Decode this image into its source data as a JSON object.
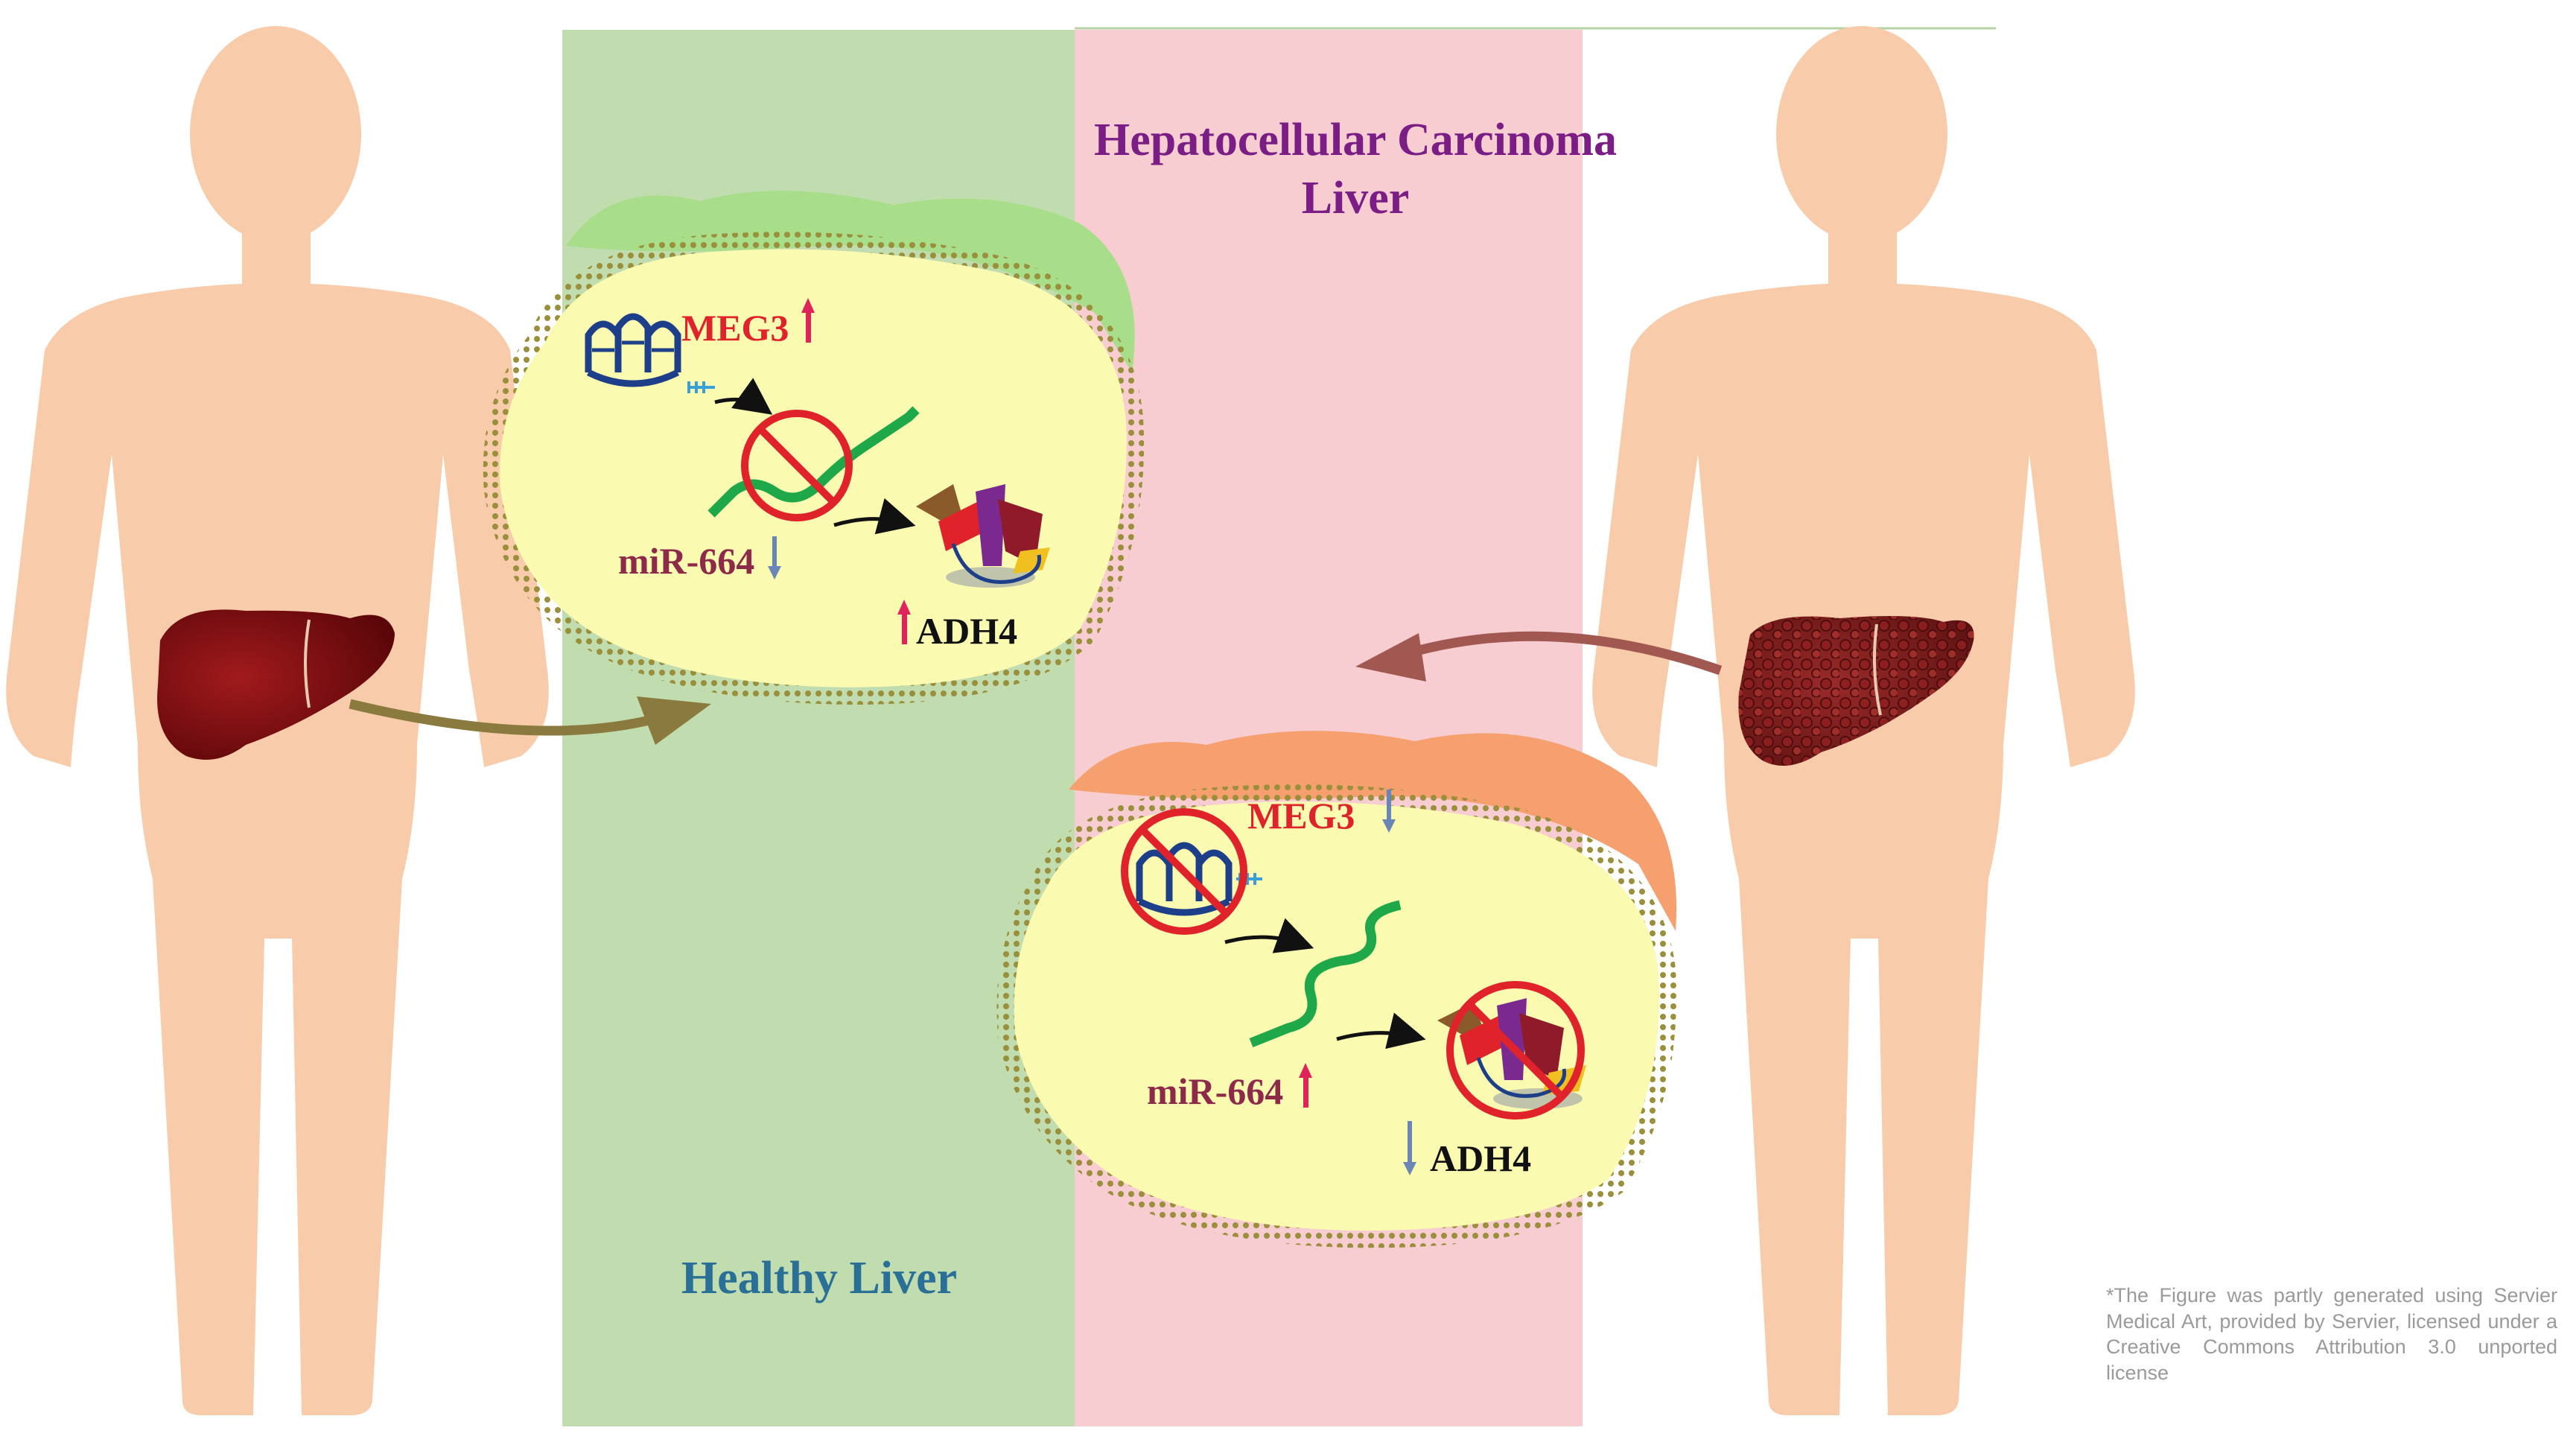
{
  "panels": {
    "hcc_title": "Hepatocellular Carcinoma Liver",
    "healthy_title": "Healthy Liver"
  },
  "healthy_cell": {
    "meg3": "MEG3",
    "mir": "miR-664",
    "adh4": "ADH4",
    "meg3_trend": "up",
    "mir_trend": "down",
    "adh4_trend": "up"
  },
  "hcc_cell": {
    "meg3": "MEG3",
    "mir": "miR-664",
    "adh4": "ADH4",
    "meg3_trend": "down",
    "mir_trend": "up",
    "adh4_trend": "down"
  },
  "credit": "*The Figure was partly generated using Servier Medical Art, provided by Servier, licensed under a Creative Commons Attribution 3.0 unported license",
  "colors": {
    "healthy_band": "#c1ddb0",
    "hcc_band": "#f8cdd2",
    "body_skin": "#f8ccaa",
    "up_arrow": "#e0235a",
    "down_arrow": "#6a86b6",
    "cell_interior": "#fafab0",
    "healthy_liver": "#7a0d10",
    "hcc_liver": "#7a1a1a"
  },
  "icons": [
    "healthy-liver-icon",
    "hcc-liver-icon",
    "lncrna-hairpin-icon",
    "mirna-strand-icon",
    "adh4-protein-icon",
    "prohibition-icon"
  ]
}
